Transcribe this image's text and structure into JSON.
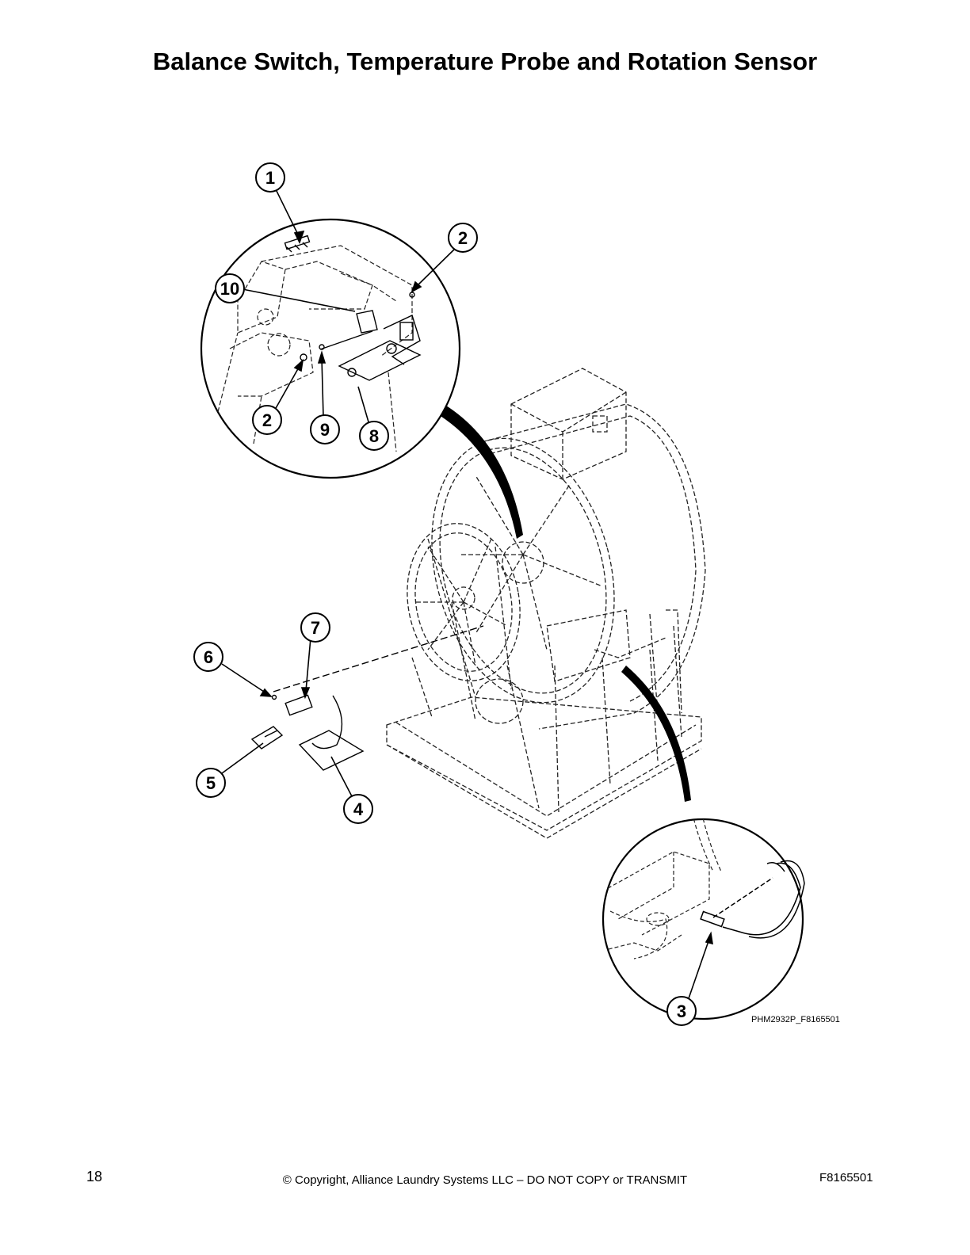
{
  "page": {
    "title": "Balance Switch, Temperature Probe and Rotation Sensor",
    "page_number": "18",
    "copyright": "© Copyright, Alliance Laundry Systems LLC – DO NOT COPY or TRANSMIT",
    "document_id": "F8165501"
  },
  "diagram": {
    "figure_id": "PHM2932P_F8165501",
    "callouts": [
      "1",
      "2",
      "10",
      "2",
      "9",
      "8",
      "7",
      "6",
      "5",
      "4",
      "3"
    ]
  }
}
